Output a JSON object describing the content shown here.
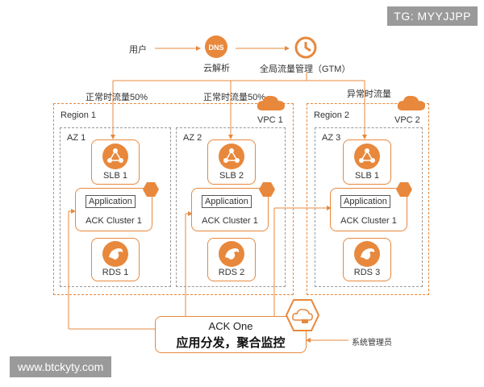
{
  "watermarks": {
    "top_right": "TG: MYYJJPP",
    "bottom_left": "www.btckyty.com"
  },
  "top": {
    "user": "用户",
    "dns": "云解析",
    "gtm": "全局流量管理（GTM）"
  },
  "flows": {
    "normal1": "正常时流量50%",
    "normal2": "正常时流量50%",
    "abnormal": "异常时流量"
  },
  "regions": {
    "region1": {
      "label": "Region 1",
      "vpc": "VPC 1"
    },
    "region2": {
      "label": "Region 2",
      "vpc": "VPC 2"
    }
  },
  "azs": [
    {
      "label": "AZ 1",
      "slb": "SLB 1",
      "app": "Application",
      "cluster": "ACK Cluster 1",
      "rds": "RDS 1"
    },
    {
      "label": "AZ 2",
      "slb": "SLB 2",
      "app": "Application",
      "cluster": "ACK Cluster 1",
      "rds": "RDS 2"
    },
    {
      "label": "AZ 3",
      "slb": "SLB 1",
      "app": "Application",
      "cluster": "ACK Cluster 1",
      "rds": "RDS 3"
    }
  ],
  "ackone": {
    "title": "ACK One",
    "subtitle": "应用分发，聚合监控"
  },
  "admin": "系统管理员",
  "icons": [
    "dns-icon",
    "gtm-icon",
    "cloud-icon",
    "slb-icon",
    "kubernetes-icon",
    "mysql-dolphin-icon",
    "ackone-cloud-icon"
  ],
  "colors": {
    "accent": "#e8883c",
    "dashed_gray": "#999999",
    "watermark": "#9a9a9a"
  }
}
